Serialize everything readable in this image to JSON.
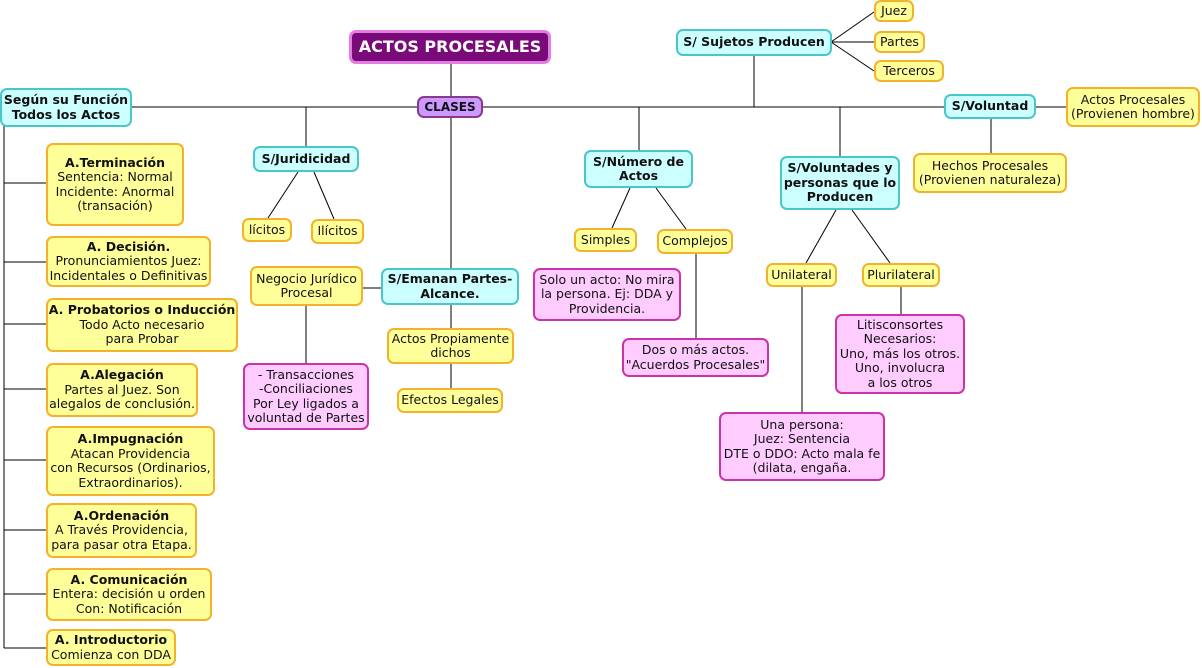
{
  "title": "ACTOS PROCESALES",
  "clases": "CLASES",
  "sujetos": {
    "label": "S/ Sujetos Producen",
    "items": [
      "Juez",
      "Partes",
      "Terceros"
    ]
  },
  "funcion": {
    "label": "Según su Función\nTodos los Actos",
    "items": [
      {
        "head": "A.Terminación",
        "body": "Sentencia:  Normal\nIncidente:  Anormal\n(transación)"
      },
      {
        "head": "A. Decisión.",
        "body": "Pronunciamientos Juez:\nIncidentales o Definitivas"
      },
      {
        "head": "A. Probatorios o Inducción",
        "body": "Todo Acto necesario\npara Probar"
      },
      {
        "head": "A.Alegación",
        "body": "Partes al Juez. Son\nalegalos de conclusión."
      },
      {
        "head": "A.Impugnación",
        "body": "Atacan Providencia\ncon Recursos (Ordinarios,\nExtraordinarios)."
      },
      {
        "head": "A.Ordenación",
        "body": "A Través Providencia,\npara pasar otra Etapa."
      },
      {
        "head": "A. Comunicación",
        "body": "Entera:  decisión u orden\nCon: Notificación"
      },
      {
        "head": "A. Introductorio",
        "body": "Comienza con DDA"
      }
    ]
  },
  "juridicidad": {
    "label": "S/Juridicidad",
    "licitos": "lícitos",
    "ilicitos": "Ilícitos"
  },
  "emanan": {
    "label": "S/Emanan Partes-\nAlcance.",
    "negocio": "Negocio Jurídico\nProcesal",
    "transacciones": "- Transacciones\n-Conciliaciones\nPor Ley ligados a\nvoluntad de Partes",
    "propiamente": "Actos Propiamente\ndichos",
    "efectos": "Efectos Legales"
  },
  "numero": {
    "label": "S/Número de\nActos",
    "simples": "Simples",
    "complejos": "Complejos",
    "simples_desc": "Solo un acto: No mira\nla persona. Ej: DDA y\nProvidencia.",
    "complejos_desc": "Dos o más actos.\n\"Acuerdos Procesales\""
  },
  "voluntades": {
    "label": "S/Voluntades y\npersonas que lo\nProducen",
    "unilateral": "Unilateral",
    "plurilateral": "Plurilateral",
    "litis": "Litisconsortes\nNecesarios:\nUno, más los otros.\nUno, involucra\na los otros",
    "persona": "Una persona:\nJuez: Sentencia\nDTE o DDO: Acto mala fe\n(dilata, engaña."
  },
  "voluntad": {
    "label": "S/Voluntad",
    "actos": "Actos Procesales\n(Provienen hombre)",
    "hechos": "Hechos Procesales\n(Provienen naturaleza)"
  }
}
